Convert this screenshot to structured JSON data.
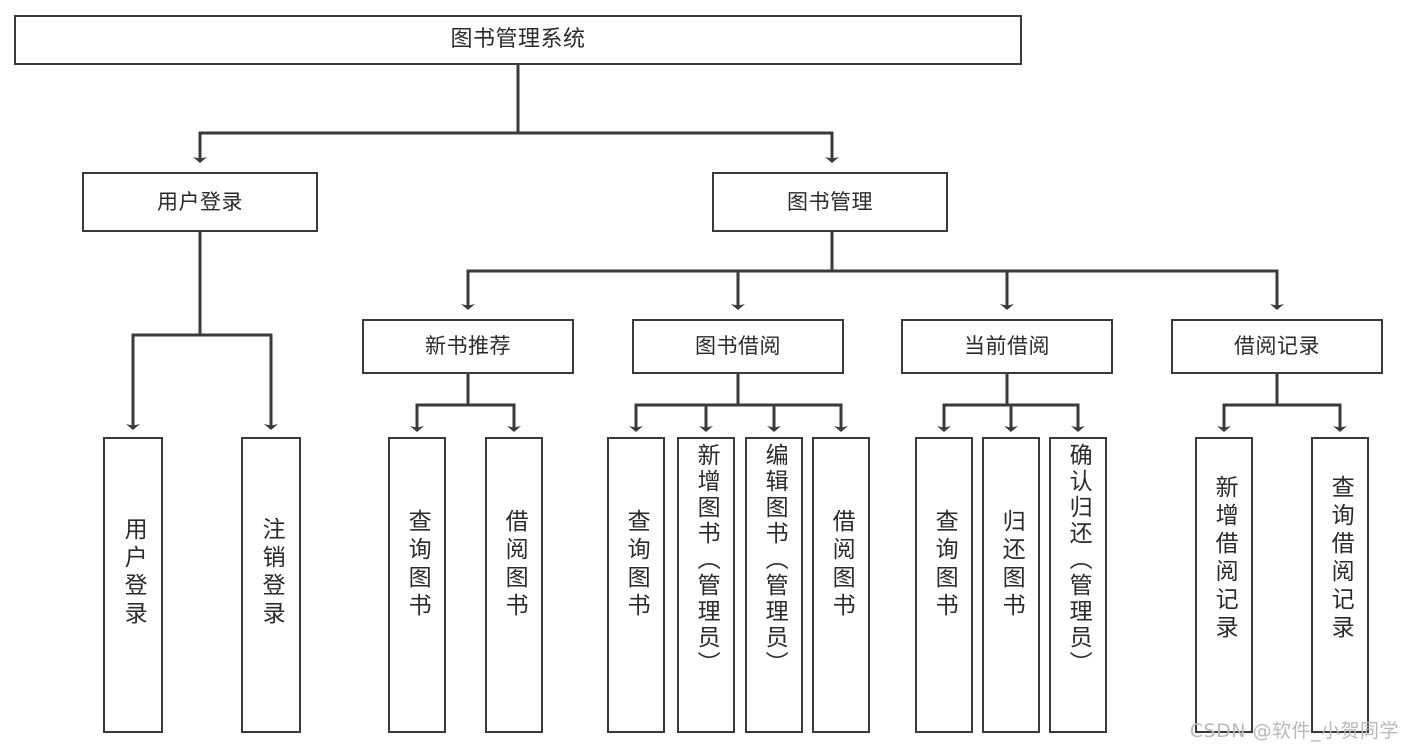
{
  "diagram": {
    "type": "tree-hierarchy",
    "title": "图书管理系统",
    "stroke_color": "#3a3a3a",
    "background_color": "#ffffff",
    "text_color": "#2b2b2b",
    "levels": 4,
    "root": {
      "id": "root",
      "label": "图书管理系统"
    },
    "level2": [
      {
        "id": "user-login",
        "label": "用户登录"
      },
      {
        "id": "book-manage",
        "label": "图书管理"
      }
    ],
    "level3": [
      {
        "id": "new-book-rec",
        "label": "新书推荐",
        "parent": "book-manage"
      },
      {
        "id": "book-borrow",
        "label": "图书借阅",
        "parent": "book-manage"
      },
      {
        "id": "current-borrow",
        "label": "当前借阅",
        "parent": "book-manage"
      },
      {
        "id": "borrow-record",
        "label": "借阅记录",
        "parent": "book-manage"
      }
    ],
    "leaves": [
      {
        "id": "leaf-user-login",
        "label": "用户登录",
        "parent": "user-login"
      },
      {
        "id": "leaf-user-logout",
        "label": "注销登录",
        "parent": "user-login"
      },
      {
        "id": "leaf-rec-query",
        "label": "查询图书",
        "parent": "new-book-rec"
      },
      {
        "id": "leaf-rec-borrow",
        "label": "借阅图书",
        "parent": "new-book-rec"
      },
      {
        "id": "leaf-borrow-query",
        "label": "查询图书",
        "parent": "book-borrow"
      },
      {
        "id": "leaf-book-add",
        "label": "新增图书（管理员）",
        "parent": "book-borrow"
      },
      {
        "id": "leaf-book-edit",
        "label": "编辑图书（管理员）",
        "parent": "book-borrow"
      },
      {
        "id": "leaf-book-borrow",
        "label": "借阅图书",
        "parent": "book-borrow"
      },
      {
        "id": "leaf-cur-query",
        "label": "查询图书",
        "parent": "current-borrow"
      },
      {
        "id": "leaf-cur-return",
        "label": "归还图书",
        "parent": "current-borrow"
      },
      {
        "id": "leaf-cur-confirm",
        "label": "确认归还（管理员）",
        "parent": "current-borrow"
      },
      {
        "id": "leaf-rec-add",
        "label": "新增借阅记录",
        "parent": "borrow-record"
      },
      {
        "id": "leaf-rec-query-log",
        "label": "查询借阅记录",
        "parent": "borrow-record"
      }
    ]
  },
  "watermark": {
    "text": "CSDN @软件_小贺同学"
  }
}
